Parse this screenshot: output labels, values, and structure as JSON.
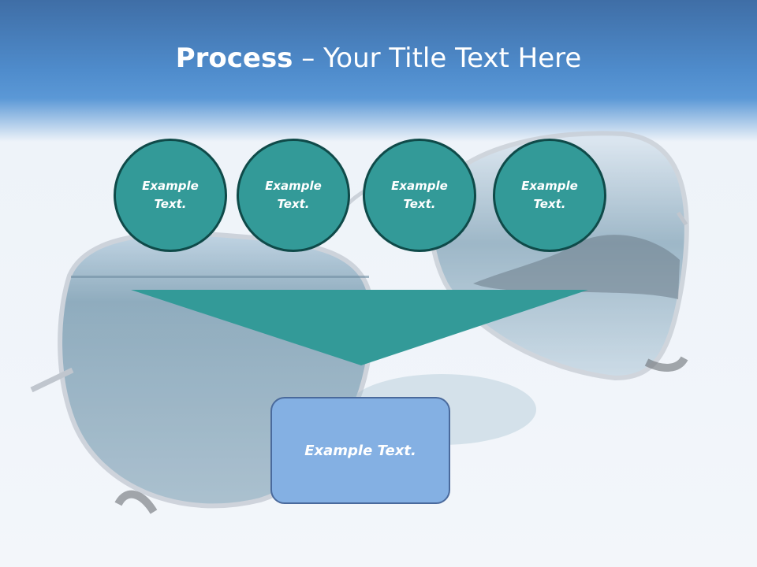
{
  "title": {
    "bold": "Process",
    "rest": " – Your Title Text Here"
  },
  "steps": [
    {
      "label": "Example\nText."
    },
    {
      "label": "Example\nText."
    },
    {
      "label": "Example\nText."
    },
    {
      "label": "Example\nText."
    }
  ],
  "result": {
    "label": "Example Text."
  },
  "colors": {
    "circle_fill": "#339a98",
    "circle_border": "#0f4a49",
    "arrow_fill": "#339a98",
    "box_fill": "#84b0e3",
    "box_border": "#4a6a9c",
    "header_blue": "#4f8ccc"
  },
  "background_image": "sunglasses-reflecting-sea-icon"
}
